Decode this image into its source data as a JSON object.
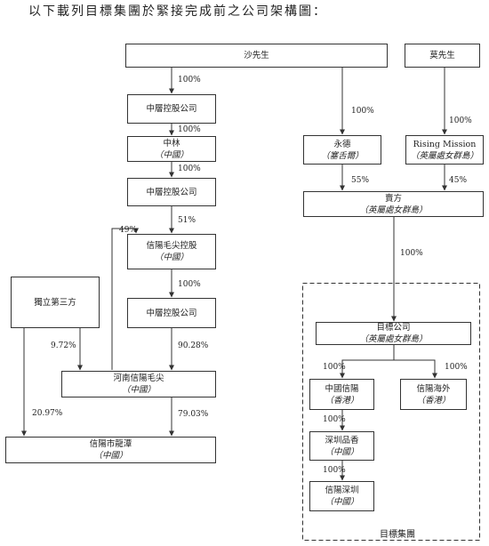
{
  "heading": "以下載列目標集團於緊接完成前之公司架構圖：",
  "entities": {
    "sha": {
      "name": "沙先生"
    },
    "mo": {
      "name": "莫先生"
    },
    "zc1": {
      "name": "中層控股公司"
    },
    "zhonglin": {
      "name": "中林",
      "sub": "（中國）"
    },
    "zc2": {
      "name": "中層控股公司"
    },
    "yongde": {
      "name": "永德",
      "sub": "（塞舌爾）"
    },
    "rising": {
      "name": "Rising Mission",
      "sub": "（英屬處女群島）"
    },
    "seller": {
      "name": "賣方",
      "sub": "（英屬處女群島）"
    },
    "xymj": {
      "name": "信陽毛尖控股",
      "sub": "（中國）"
    },
    "third": {
      "name": "獨立第三方"
    },
    "zc3": {
      "name": "中層控股公司"
    },
    "target": {
      "name": "目標公司",
      "sub": "（英屬處女群島）"
    },
    "henan": {
      "name": "河南信陽毛尖",
      "sub": "（中國）"
    },
    "zgxy": {
      "name": "中國信陽",
      "sub": "（香港）"
    },
    "xyhw": {
      "name": "信陽海外",
      "sub": "（香港）"
    },
    "szpx": {
      "name": "深圳品香",
      "sub": "（中國）"
    },
    "longtan": {
      "name": "信陽市龍潭",
      "sub": "（中國）"
    },
    "xysz": {
      "name": "信陽深圳",
      "sub": "（中國）"
    }
  },
  "percents": {
    "sha_zc1": "100%",
    "sha_yongde": "100%",
    "mo_rising": "100%",
    "zc1_zhonglin": "100%",
    "zhonglin_zc2": "100%",
    "yongde_seller": "55%",
    "rising_seller": "45%",
    "zc2_xymj": "51%",
    "henan_xymj": "49%",
    "seller_target": "100%",
    "xymj_zc3": "100%",
    "third_henan": "9.72%",
    "zc3_henan": "90.28%",
    "target_zgxy": "100%",
    "target_xyhw": "100%",
    "third_longtan": "20.97%",
    "henan_longtan": "79.03%",
    "zgxy_szpx": "100%",
    "szpx_xysz": "100%"
  },
  "group_label": "目標集團"
}
